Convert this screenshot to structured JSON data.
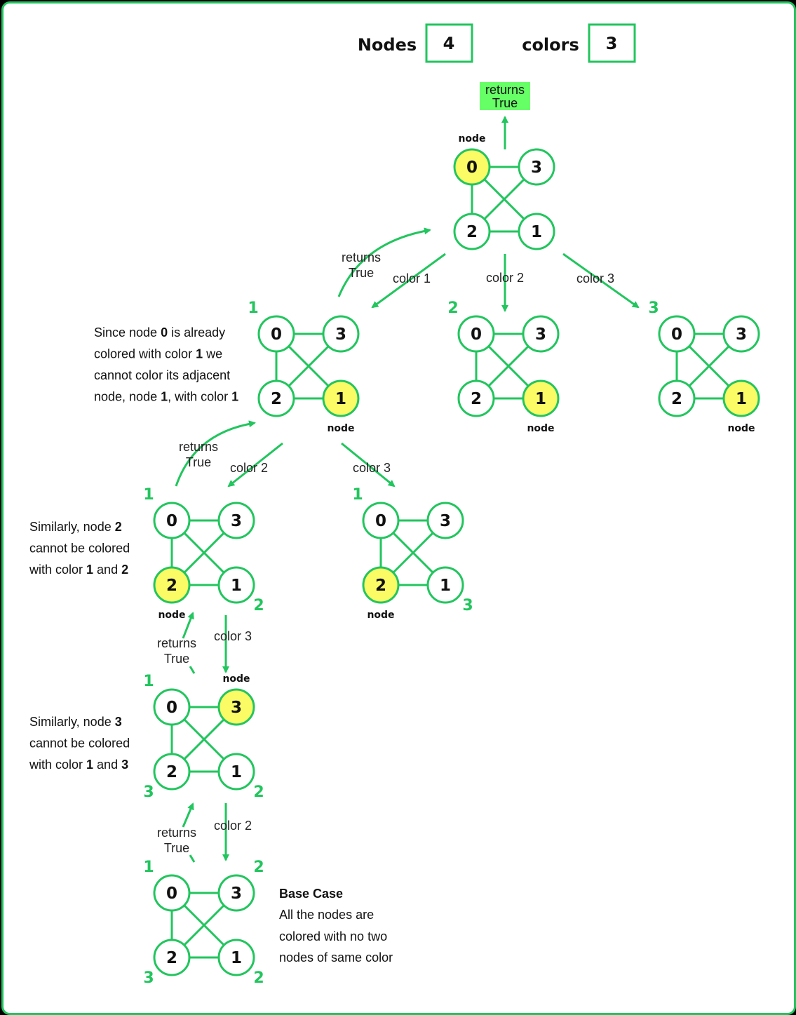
{
  "header": {
    "nodes_label": "Nodes",
    "nodes_value": "4",
    "colors_label": "colors",
    "colors_value": "3"
  },
  "colors": {
    "accent": "#22c55e",
    "highlight": "#fbfb66",
    "returns_box": "#66ff66"
  },
  "returns": {
    "line1": "returns",
    "line2": "True"
  },
  "node_tag": "node",
  "edge_labels": {
    "color1": "color 1",
    "color2": "color 2",
    "color3": "color 3"
  },
  "notes": {
    "note1": [
      [
        {
          "t": "Since node "
        },
        {
          "t": "0",
          "b": true
        },
        {
          "t": " is already"
        }
      ],
      [
        {
          "t": "colored with color "
        },
        {
          "t": "1",
          "b": true
        },
        {
          "t": " we"
        }
      ],
      [
        {
          "t": "cannot  color its adjacent"
        }
      ],
      [
        {
          "t": "node, node "
        },
        {
          "t": "1",
          "b": true
        },
        {
          "t": ", with color "
        },
        {
          "t": "1",
          "b": true
        }
      ]
    ],
    "note2": [
      [
        {
          "t": "Similarly, node "
        },
        {
          "t": "2",
          "b": true
        }
      ],
      [
        {
          "t": "cannot be colored"
        }
      ],
      [
        {
          "t": "with color "
        },
        {
          "t": "1",
          "b": true
        },
        {
          "t": " and "
        },
        {
          "t": "2",
          "b": true
        }
      ]
    ],
    "note3": [
      [
        {
          "t": "Similarly, node "
        },
        {
          "t": "3",
          "b": true
        }
      ],
      [
        {
          "t": "cannot be colored"
        }
      ],
      [
        {
          "t": "with color "
        },
        {
          "t": "1",
          "b": true
        },
        {
          "t": " and "
        },
        {
          "t": "3",
          "b": true
        }
      ]
    ],
    "base_title": "Base Case",
    "base_lines": [
      "All the nodes are",
      "colored with no two",
      "nodes of same color"
    ]
  },
  "graphs": [
    {
      "id": "root",
      "highlight": "0",
      "tag_under": "0top",
      "colors": {}
    },
    {
      "id": "l1-c1",
      "highlight": "1",
      "tag_under": "1",
      "colors": {
        "0": "1"
      }
    },
    {
      "id": "l1-c2",
      "highlight": "1",
      "tag_under": "1",
      "colors": {
        "0": "2"
      }
    },
    {
      "id": "l1-c3",
      "highlight": "1",
      "tag_under": "1",
      "colors": {
        "0": "3"
      }
    },
    {
      "id": "l2-c2",
      "highlight": "2",
      "tag_under": "2",
      "colors": {
        "0": "1",
        "1": "2"
      }
    },
    {
      "id": "l2-c3",
      "highlight": "2",
      "tag_under": "2",
      "colors": {
        "0": "1",
        "1": "3"
      }
    },
    {
      "id": "l3",
      "highlight": "3",
      "tag_under": "3top",
      "colors": {
        "0": "1",
        "1": "2",
        "2": "3"
      }
    },
    {
      "id": "l4",
      "highlight": "",
      "tag_under": "",
      "colors": {
        "0": "1",
        "1": "2",
        "2": "3",
        "3": "2"
      }
    }
  ]
}
